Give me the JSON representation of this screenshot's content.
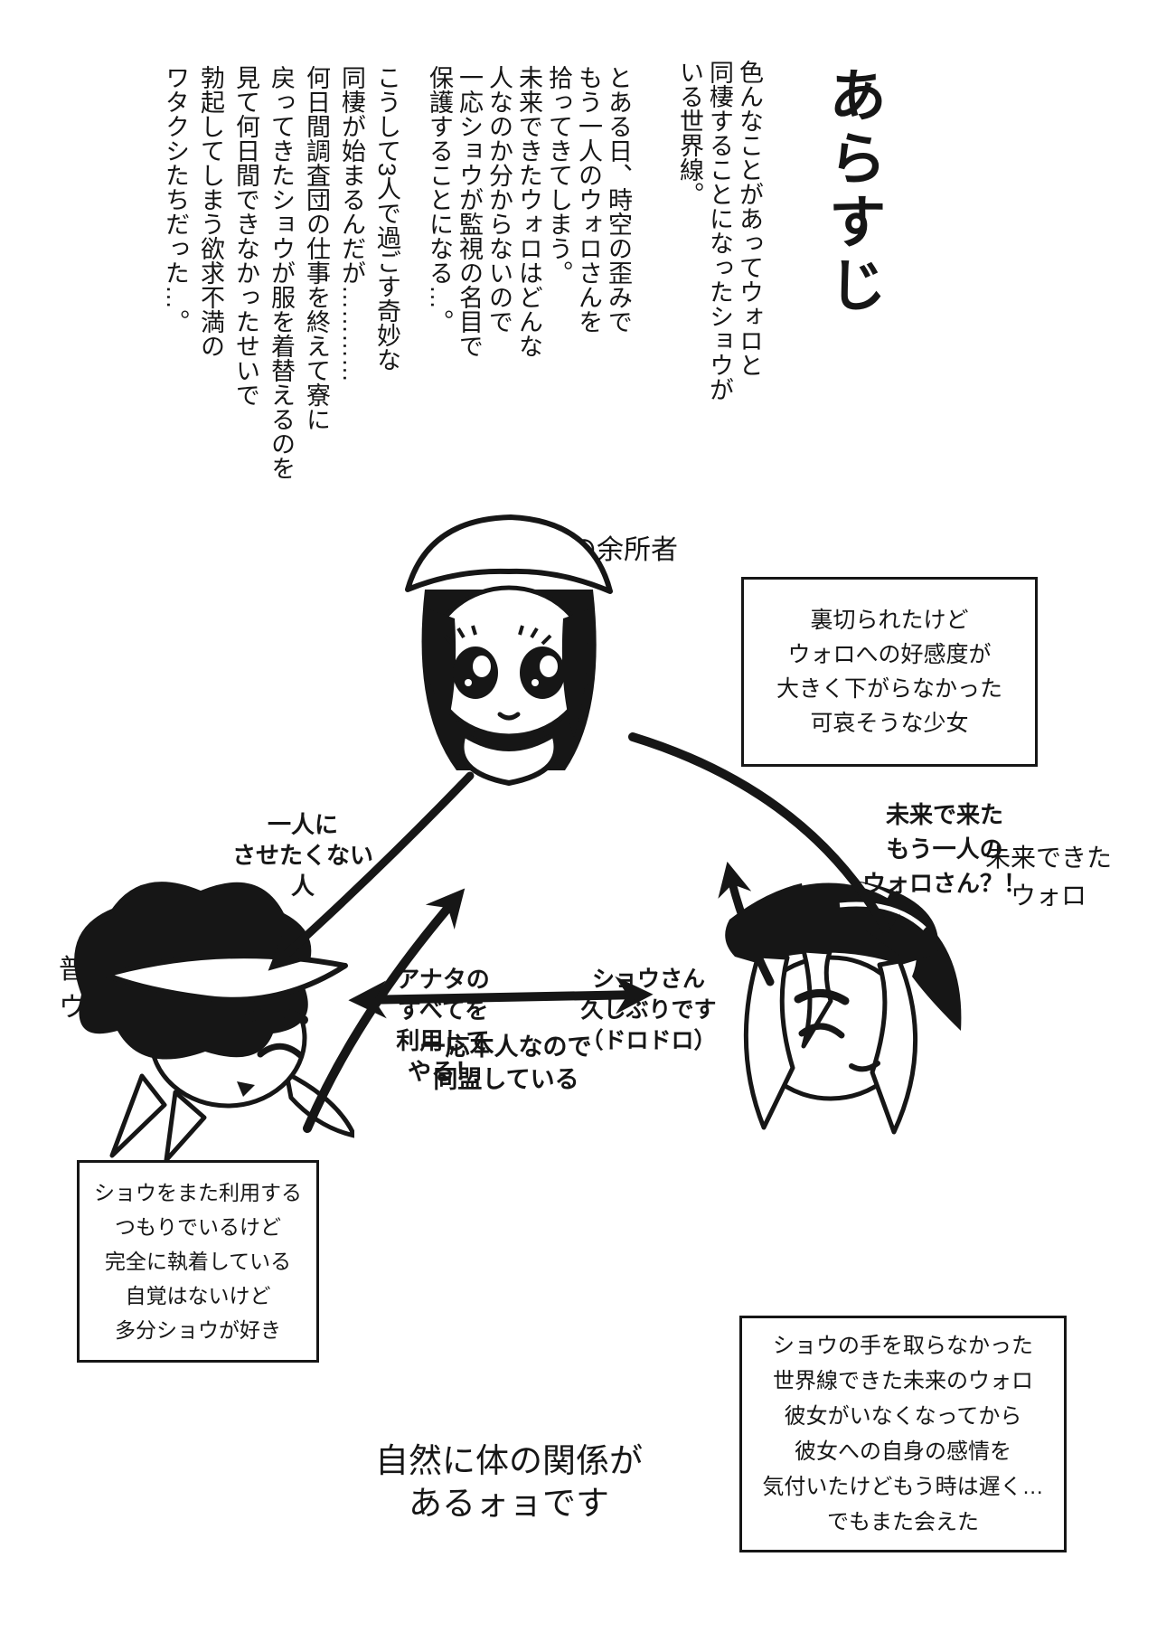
{
  "page": {
    "background": "#ffffff",
    "ink": "#161616"
  },
  "synopsis": {
    "title": "あらすじ",
    "para1_lines": [
      "色んなことがあってウォロと",
      "同棲することになったショウが",
      "いる世界線。"
    ],
    "para2_lines": [
      "とある日、時空の歪みで",
      "もう一人のウォロさんを",
      "拾ってきてしまう。",
      "未来できたウォロはどんな",
      "人なのか分からないので",
      "一応ショウが監視の名目で",
      "保護することになる…。"
    ],
    "para3_lines": [
      "こうして3人で過ごす奇妙な",
      "同棲が始まるんだが…………",
      "何日間調査団の仕事を終えて寮に",
      "戻ってきたショウが服を着替えるのを",
      "見て何日間できなかったせいで",
      "勃起してしまう欲求不満の",
      "ワタクシたちだった…。"
    ]
  },
  "characters": {
    "sho": {
      "label": "お人好しの余所者",
      "note": [
        "裏切られたけど",
        "ウォロへの好感度が",
        "大きく下がらなかった",
        "可哀そうな少女"
      ]
    },
    "volo_normal": {
      "label_lines": [
        "普通の",
        "ウォロ"
      ],
      "note": [
        "ショウをまた利用する",
        "つもりでいるけど",
        "完全に執着している",
        "自覚はないけど",
        "多分ショウが好き"
      ]
    },
    "volo_future": {
      "label_lines": [
        "未来できた",
        "ウォロ"
      ],
      "note": [
        "ショウの手を取らなかった",
        "世界線できた未来のウォロ",
        "彼女がいなくなってから",
        "彼女への自身の感情を",
        "気付いたけどもう時は遅く…",
        "でもまた会えた"
      ]
    }
  },
  "arrow_labels": {
    "sho_to_volo_normal": [
      "一人に",
      "させたくない",
      "人"
    ],
    "volo_normal_to_sho": [
      "アナタの",
      "すべてを",
      "利用して",
      "やる！"
    ],
    "volo_future_to_sho": [
      "ショウさん",
      "久しぶりです",
      "（ドロドロ）"
    ],
    "sho_to_volo_future": [
      "未来で来た",
      "もう一人の",
      "ウォロさん？！"
    ],
    "alliance": [
      "一応本人なので",
      "同盟している"
    ]
  },
  "footer_lines": [
    "自然に体の関係が",
    "あるォョです"
  ]
}
